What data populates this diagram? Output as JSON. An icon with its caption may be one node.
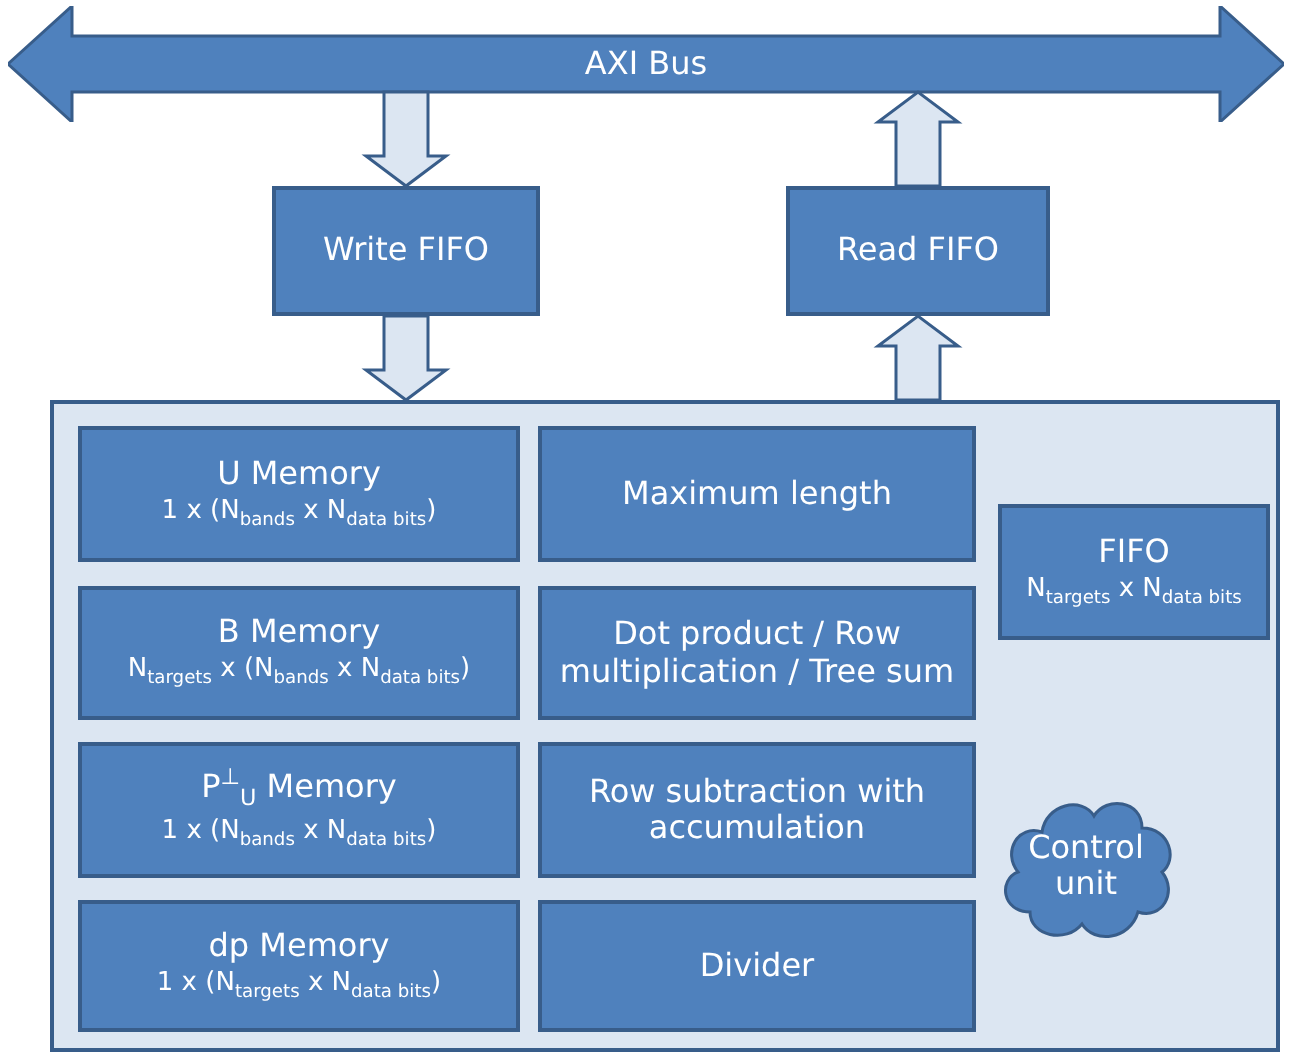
{
  "diagram": {
    "nodes": [
      {
        "text": [
          "AXI Bus"
        ]
      },
      {
        "text": [
          "Write FIFO"
        ]
      },
      {
        "text": [
          "Read FIFO"
        ]
      },
      {
        "text": [],
        "shape": "box"
      },
      {
        "text": [
          "U Memory",
          "1 x (N$_{bands}$ x N$_{data bits}$)"
        ],
        "in": 3
      },
      {
        "text": [
          "B Memory",
          "N$_{targets}$ x (N$_{bands}$ x N$_{data bits}$)"
        ],
        "in": 3
      },
      {
        "text": [
          "P$^{⊥}$$_{U}$ Memory",
          "1 x (N$_{bands}$ x N$_{data bits}$)"
        ],
        "in": 3
      },
      {
        "text": [
          "dp Memory",
          "1 x (N$_{targets}$ x N$_{data bits}$)"
        ],
        "in": 3
      },
      {
        "text": [
          "Maximum length"
        ],
        "in": 3
      },
      {
        "text": [
          "Dot product / Row multiplication / Tree sum"
        ],
        "in": 3
      },
      {
        "text": [
          "Row subtraction with accumulation"
        ],
        "in": 3
      },
      {
        "text": [
          "Divider"
        ],
        "in": 3
      },
      {
        "text": [
          "FIFO",
          "N$_{targets}$ x N$_{data bits}$"
        ],
        "in": 3
      },
      {
        "text": [
          "Control unit"
        ],
        "in": 3
      }
    ],
    "edges": [
      {
        "from": 0,
        "to": 1,
        "arrow": "to"
      },
      {
        "from": 1,
        "to": 3,
        "arrow": "to"
      },
      {
        "from": 3,
        "to": 2,
        "arrow": "to"
      },
      {
        "from": 2,
        "to": 0,
        "arrow": "to"
      }
    ]
  }
}
